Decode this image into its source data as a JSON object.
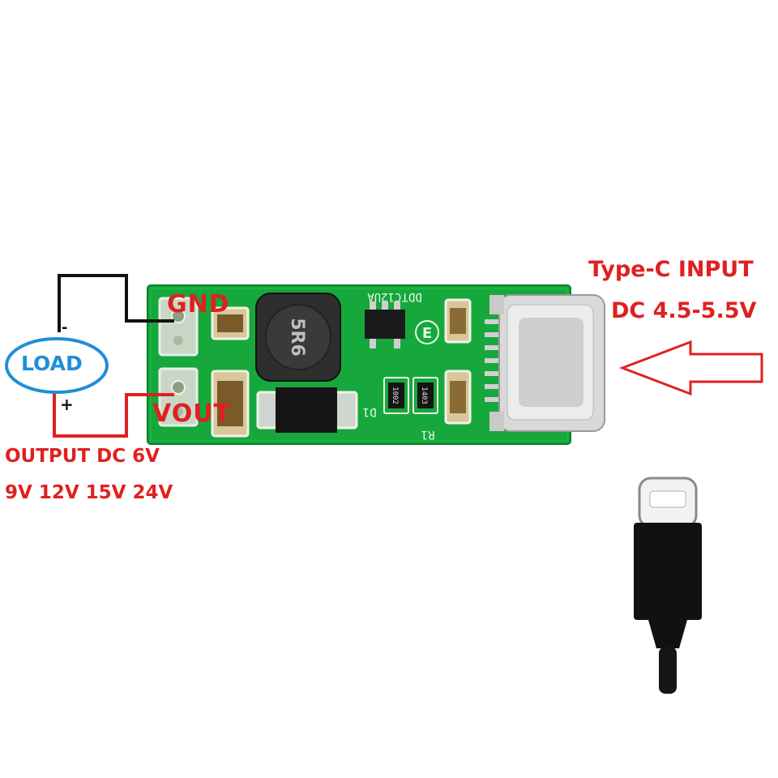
{
  "pcb": {
    "gnd_label": "GND",
    "vout_label": "VOUT",
    "silk_model": "DDTC12UA",
    "silk_d1": "D1",
    "silk_r1": "R1",
    "silk_e": "E",
    "resistor_code_1": "1002",
    "resistor_code_2": "1403",
    "inductor_code": "5R6"
  },
  "input": {
    "title": "Type-C INPUT",
    "range": "DC 4.5-5.5V"
  },
  "output": {
    "line1": "OUTPUT DC 6V",
    "line2": "9V 12V 15V 24V"
  },
  "load": {
    "label": "LOAD",
    "minus": "-",
    "plus": "+"
  },
  "colors": {
    "pcb_green": "#16a83c",
    "label_red": "#e02020",
    "load_blue": "#1f8fd6"
  }
}
